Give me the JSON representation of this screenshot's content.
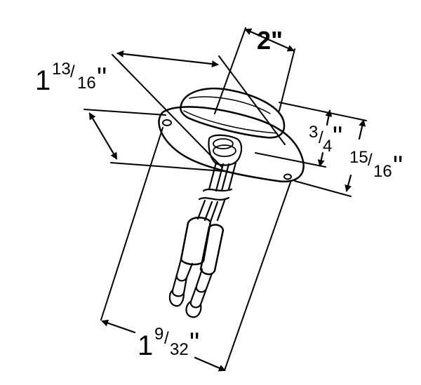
{
  "dimensions": {
    "mount_width": {
      "whole": "1",
      "num": "13",
      "den": "16",
      "mark": "\""
    },
    "lens_diameter": {
      "text": "2\""
    },
    "height": {
      "num": "3",
      "den": "4",
      "mark": "\""
    },
    "overall_height": {
      "num": "15",
      "den": "16",
      "mark": "\""
    },
    "base_width": {
      "whole": "1",
      "num": "9",
      "den": "32",
      "mark": "\""
    }
  },
  "colors": {
    "line": "#000000",
    "background": "#ffffff",
    "shade": "#d9d9d9"
  }
}
